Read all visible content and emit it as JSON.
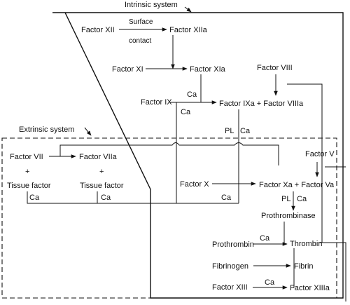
{
  "systems": {
    "intrinsic_label": "Intrinsic system",
    "extrinsic_label": "Extrinsic system"
  },
  "intrinsic": {
    "factor_xii": "Factor XII",
    "surface_contact_line1": "Surface",
    "surface_contact_line2": "contact",
    "factor_xiia": "Factor XIIa",
    "factor_xi": "Factor XI",
    "factor_xia": "Factor XIa",
    "factor_viii": "Factor VIII",
    "factor_ix": "Factor IX",
    "factor_ixa_viiia": "Factor IXa + Factor VIIIa"
  },
  "extrinsic": {
    "factor_vii": "Factor VII",
    "factor_viia": "Factor VIIa",
    "plus_left": "+",
    "plus_right": "+",
    "tissue_factor_left": "Tissue factor",
    "tissue_factor_right": "Tissue factor"
  },
  "common": {
    "factor_v": "Factor V",
    "factor_x": "Factor X",
    "factor_xa_va": "Factor Xa + Factor Va",
    "prothrombinase": "Prothrombinase",
    "prothrombin": "Prothrombin",
    "thrombin": "Thrombin",
    "fibrinogen": "Fibrinogen",
    "fibrin": "Fibrin",
    "factor_xiii": "Factor XIII",
    "factor_xiiia": "Factor XIIIa"
  },
  "cofactors": {
    "ca": "Ca",
    "pl": "PL"
  }
}
